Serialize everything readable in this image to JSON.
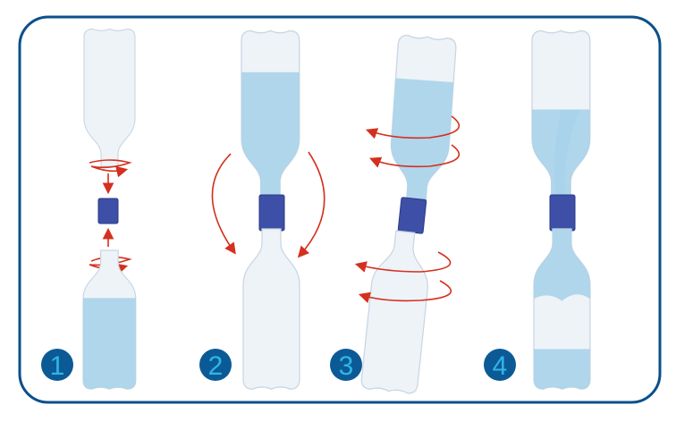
{
  "steps": [
    {
      "number": "1"
    },
    {
      "number": "2"
    },
    {
      "number": "3"
    },
    {
      "number": "4"
    }
  ],
  "colors": {
    "frame": "#0b4f8c",
    "badge": "#0b5a96",
    "badge_text": "#2fb6e8",
    "arrow": "#d4301e",
    "connector": "#3d4fa6",
    "water": "#a9d3ea"
  }
}
